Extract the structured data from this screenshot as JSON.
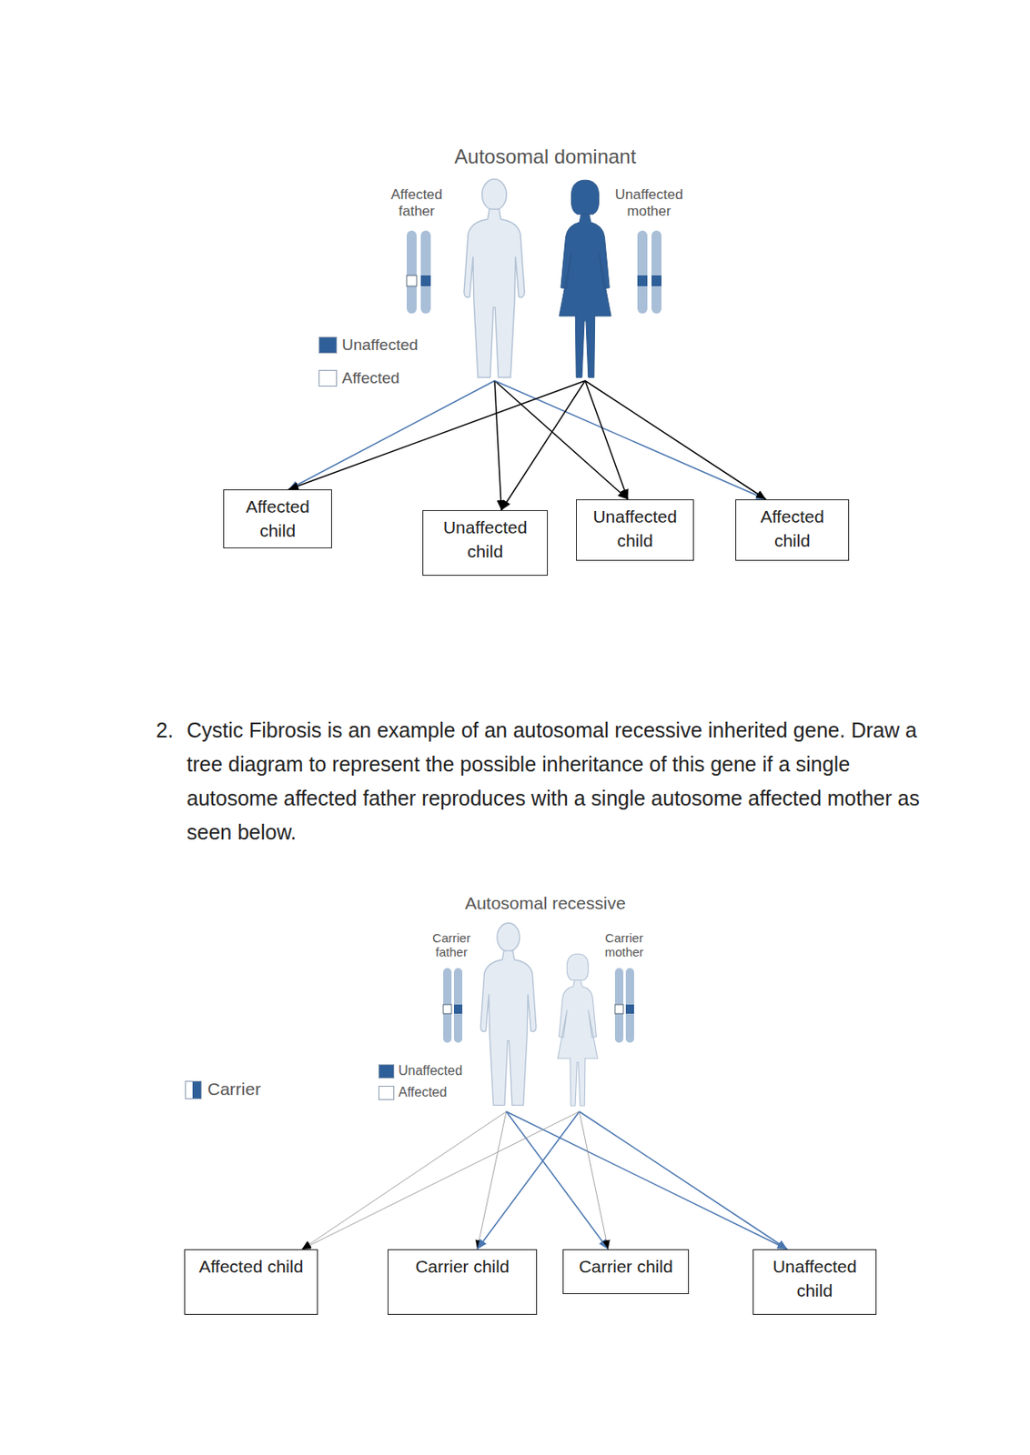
{
  "diagram": {
    "nodes": [
      {
        "text": [
          "Affected father"
        ]
      },
      {
        "text": [
          "Unaffected mother"
        ]
      },
      {
        "text": [
          "Affected child"
        ]
      },
      {
        "text": [
          "Unaffected child"
        ]
      },
      {
        "text": [
          "Unaffected child"
        ]
      },
      {
        "text": [
          "Affected child"
        ]
      },
      {
        "text": [
          "Carrier father"
        ]
      },
      {
        "text": [
          "Carrier mother"
        ]
      },
      {
        "text": [
          "Affected child"
        ]
      },
      {
        "text": [
          "Carrier child"
        ]
      },
      {
        "text": [
          "Carrier child"
        ]
      },
      {
        "text": [
          "Unaffected child"
        ]
      }
    ],
    "edges": [
      {
        "from": 0,
        "to": 2,
        "arrow": "to"
      },
      {
        "from": 0,
        "to": 3,
        "arrow": "to"
      },
      {
        "from": 0,
        "to": 4,
        "arrow": "to"
      },
      {
        "from": 0,
        "to": 5,
        "arrow": "to"
      },
      {
        "from": 1,
        "to": 2,
        "arrow": "to"
      },
      {
        "from": 1,
        "to": 3,
        "arrow": "to"
      },
      {
        "from": 1,
        "to": 4,
        "arrow": "to"
      },
      {
        "from": 1,
        "to": 5,
        "arrow": "to"
      },
      {
        "from": 6,
        "to": 8,
        "arrow": "to"
      },
      {
        "from": 6,
        "to": 9,
        "arrow": "to"
      },
      {
        "from": 6,
        "to": 10,
        "arrow": "to"
      },
      {
        "from": 6,
        "to": 11,
        "arrow": "to"
      },
      {
        "from": 7,
        "to": 8,
        "arrow": "to"
      },
      {
        "from": 7,
        "to": 9,
        "arrow": "to"
      },
      {
        "from": 7,
        "to": 10,
        "arrow": "to"
      },
      {
        "from": 7,
        "to": 11,
        "arrow": "to"
      }
    ],
    "labels": [
      "Autosomal dominant",
      "2.",
      "Cystic Fibrosis is an example of an autosomal recessive inherited gene. Draw a tree diagram to represent the possible inheritance of this gene if a single autosome affected father reproduces with a single autosome affected mother as seen below.",
      "Autosomal recessive"
    ],
    "legend": [
      {
        "text": "Unaffected",
        "color": "#2f5f98"
      },
      {
        "text": "Affected",
        "color": "#ffffff"
      },
      {
        "text": "Unaffected",
        "color": "#2f5f98"
      },
      {
        "text": "Affected",
        "color": "#ffffff"
      },
      {
        "text": "Carrier"
      }
    ]
  }
}
